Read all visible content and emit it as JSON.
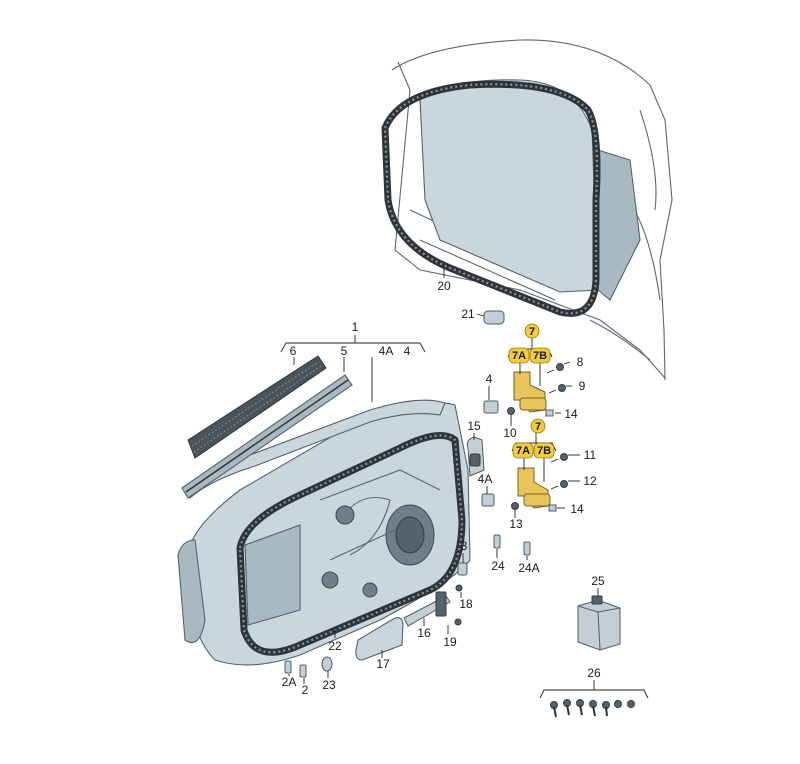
{
  "callouts": {
    "c1": "1",
    "c6": "6",
    "c5": "5",
    "c4A_top": "4A",
    "c4_top": "4",
    "c20": "20",
    "c21": "21",
    "c7_upper": "7",
    "c7A_upper": "7A",
    "c7B_upper": "7B",
    "c8": "8",
    "c9": "9",
    "c4": "4",
    "c10": "10",
    "c14_upper": "14",
    "c15": "15",
    "c7_lower": "7",
    "c7A_lower": "7A",
    "c7B_lower": "7B",
    "c11": "11",
    "c12": "12",
    "c4A": "4A",
    "c13": "13",
    "c14_lower": "14",
    "c3": "3",
    "c24": "24",
    "c24A": "24A",
    "c18": "18",
    "c16": "16",
    "c19": "19",
    "c22": "22",
    "c17": "17",
    "c2A": "2A",
    "c2": "2",
    "c23": "23",
    "c25": "25",
    "c26": "26"
  },
  "colors": {
    "panel": "#c9d6dd",
    "seal": "#2e3438",
    "hinge_highlight": "#e7c55a",
    "outline": "#5a6770"
  }
}
